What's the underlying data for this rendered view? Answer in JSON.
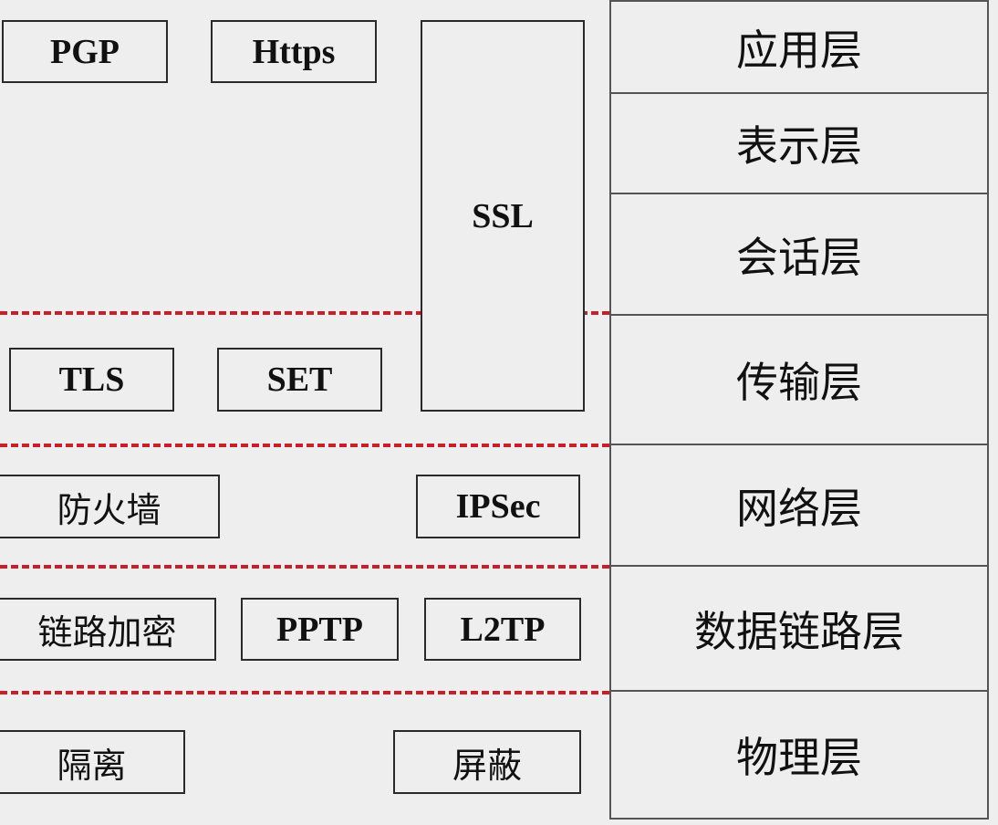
{
  "layers": [
    "应用层",
    "表示层",
    "会话层",
    "传输层",
    "网络层",
    "数据链路层",
    "物理层"
  ],
  "protocols": {
    "pgp": "PGP",
    "https": "Https",
    "ssl": "SSL",
    "tls": "TLS",
    "set": "SET",
    "firewall": "防火墙",
    "ipsec": "IPSec",
    "link_encryption": "链路加密",
    "pptp": "PPTP",
    "l2tp": "L2TP",
    "isolation": "隔离",
    "shielding": "屏蔽"
  },
  "colors": {
    "divider": "#c8202a"
  }
}
